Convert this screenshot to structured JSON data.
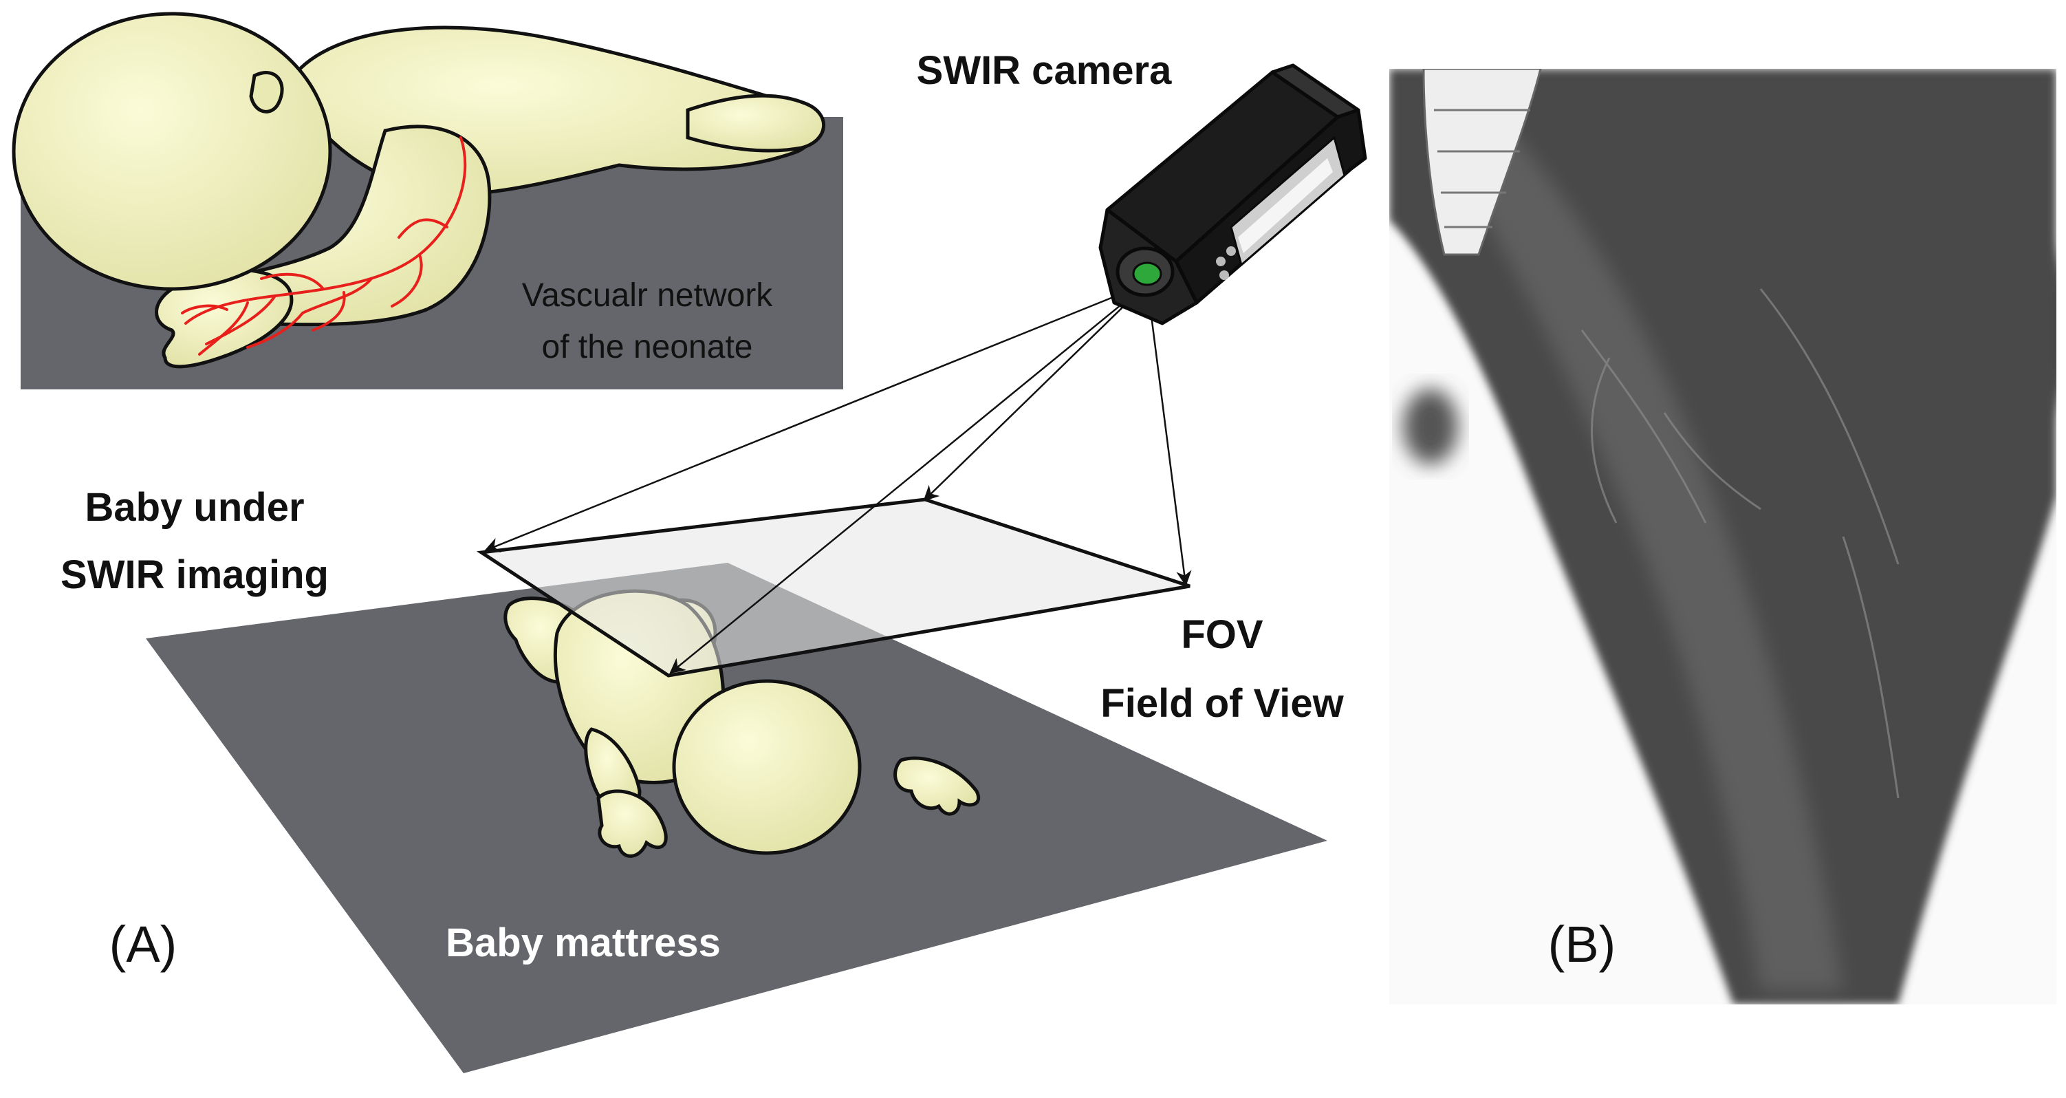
{
  "panel_a": {
    "inset_caption_line1": "Vascualr network",
    "inset_caption_line2": "of the neonate",
    "camera_label": "SWIR camera",
    "baby_label_line1": "Baby under",
    "baby_label_line2": "SWIR imaging",
    "fov_label_line1": "FOV",
    "fov_label_line2": "Field of View",
    "mattress_label": "Baby mattress",
    "panel_label": "(A)"
  },
  "panel_b": {
    "panel_label": "(B)"
  },
  "colors": {
    "skin": "#f2f2c0",
    "mattress": "#64666b",
    "vessels": "#e8201c",
    "fov_plane": "#e6e6e6",
    "camera_body": "#1c1c1c",
    "lens": "#2ea83a"
  }
}
